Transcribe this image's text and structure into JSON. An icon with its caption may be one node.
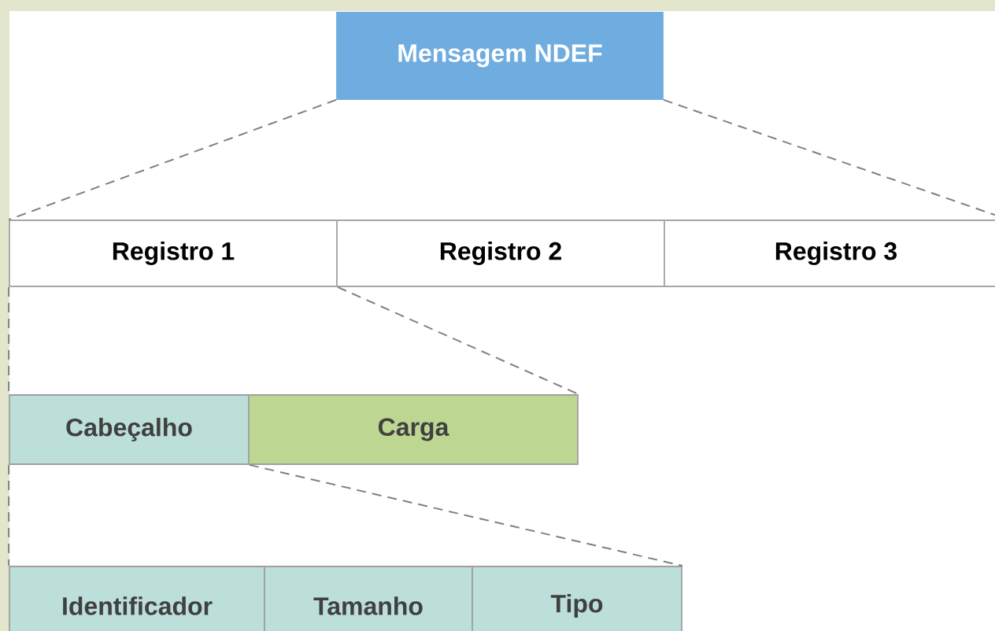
{
  "diagram": {
    "nodes": [
      {
        "text": [
          "Mensagem NDEF"
        ]
      },
      {
        "text": [
          "Registro 1"
        ]
      },
      {
        "text": [
          "Registro 2"
        ]
      },
      {
        "text": [
          "Registro 3"
        ]
      },
      {
        "text": [
          "Cabeçalho"
        ]
      },
      {
        "text": [
          "Carga"
        ]
      },
      {
        "text": [
          "Identificador"
        ]
      },
      {
        "text": [
          "Tamanho"
        ]
      },
      {
        "text": [
          "Tipo"
        ]
      }
    ],
    "edges": [
      {
        "from": 0,
        "to": 1,
        "arrow": "none",
        "style": "dashed"
      },
      {
        "from": 0,
        "to": 3,
        "arrow": "none",
        "style": "dashed"
      },
      {
        "from": 1,
        "to": 4,
        "arrow": "none",
        "style": "dashed"
      },
      {
        "from": 1,
        "to": 5,
        "arrow": "none",
        "style": "dashed"
      },
      {
        "from": 4,
        "to": 6,
        "arrow": "none",
        "style": "dashed"
      },
      {
        "from": 4,
        "to": 8,
        "arrow": "none",
        "style": "dashed"
      }
    ]
  }
}
